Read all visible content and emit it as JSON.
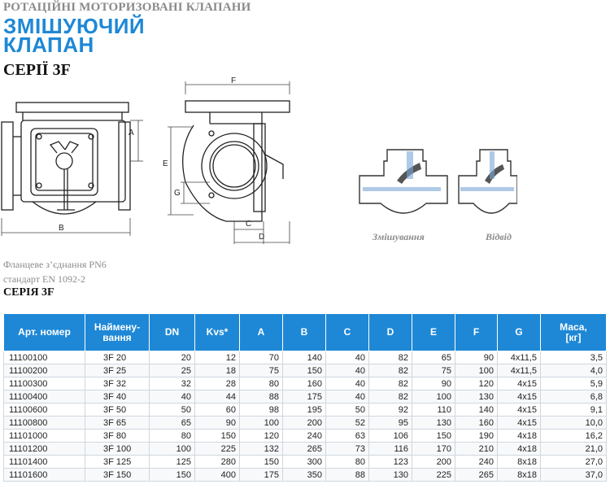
{
  "header": {
    "subtitle": "РОТАЦІЙНІ МОТОРИЗОВАНІ КЛАПАНИ",
    "title_line1": "ЗМІШУЮЧИЙ",
    "title_line2": "КЛАПАН",
    "series": "СЕРІЇ 3F"
  },
  "drawing": {
    "dimension_labels": {
      "A": "A",
      "B": "B",
      "C": "C",
      "D": "D",
      "E": "E",
      "F": "F",
      "G": "G"
    },
    "caption_mixing": "Змішування",
    "caption_diverting": "Відвід"
  },
  "notes": {
    "connection": "Фланцеве з’єднання PN6",
    "standard": "стандарт EN 1092-2",
    "series": "СЕРІЯ 3F"
  },
  "table": {
    "headers": [
      "Арт. номер",
      "Наймену-\nвання",
      "DN",
      "Kvs*",
      "A",
      "B",
      "C",
      "D",
      "E",
      "F",
      "G",
      "Маса,\n[кг]"
    ],
    "rows": [
      [
        "11100100",
        "3F 20",
        "20",
        "12",
        "70",
        "140",
        "40",
        "82",
        "65",
        "90",
        "4x11,5",
        "3,5"
      ],
      [
        "11100200",
        "3F 25",
        "25",
        "18",
        "75",
        "150",
        "40",
        "82",
        "75",
        "100",
        "4x11,5",
        "4,0"
      ],
      [
        "11100300",
        "3F 32",
        "32",
        "28",
        "80",
        "160",
        "40",
        "82",
        "90",
        "120",
        "4x15",
        "5,9"
      ],
      [
        "11100400",
        "3F 40",
        "40",
        "44",
        "88",
        "175",
        "40",
        "82",
        "100",
        "130",
        "4x15",
        "6,8"
      ],
      [
        "11100600",
        "3F 50",
        "50",
        "60",
        "98",
        "195",
        "50",
        "92",
        "110",
        "140",
        "4x15",
        "9,1"
      ],
      [
        "11100800",
        "3F 65",
        "65",
        "90",
        "100",
        "200",
        "52",
        "95",
        "130",
        "160",
        "4x15",
        "10,0"
      ],
      [
        "11101000",
        "3F 80",
        "80",
        "150",
        "120",
        "240",
        "63",
        "106",
        "150",
        "190",
        "4x18",
        "16,2"
      ],
      [
        "11101200",
        "3F 100",
        "100",
        "225",
        "132",
        "265",
        "73",
        "116",
        "170",
        "210",
        "4x18",
        "21,0"
      ],
      [
        "11101400",
        "3F 125",
        "125",
        "280",
        "150",
        "300",
        "80",
        "123",
        "200",
        "240",
        "8x18",
        "27,0"
      ],
      [
        "11101600",
        "3F 150",
        "150",
        "400",
        "175",
        "350",
        "88",
        "130",
        "225",
        "265",
        "8x18",
        "37,0"
      ]
    ]
  },
  "colors": {
    "accent": "#1e88d6",
    "muted": "#8c8c8c"
  }
}
